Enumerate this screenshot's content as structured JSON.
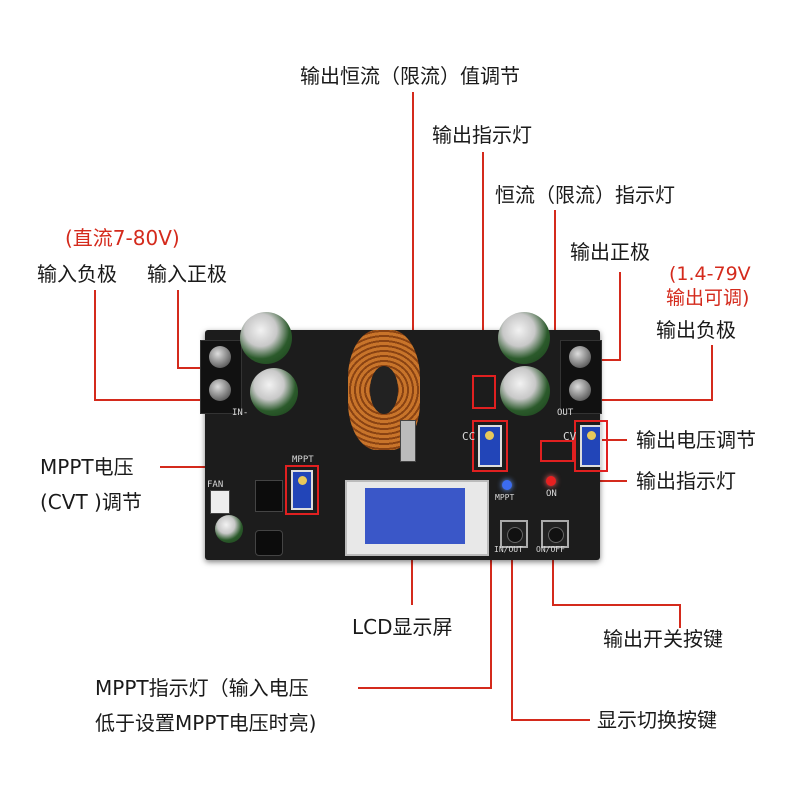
{
  "labels": {
    "current_limit_adjust": "输出恒流（限流）值调节",
    "output_indicator_top": "输出指示灯",
    "cc_indicator": "恒流（限流）指示灯",
    "output_positive": "输出正极",
    "output_range": "(1.4-79V",
    "output_adjustable": "输出可调)",
    "output_negative": "输出负极",
    "input_range": "(直流7-80V)",
    "input_negative": "输入负极",
    "input_positive": "输入正极",
    "mppt_voltage": "MPPT电压",
    "cvt_adjust": "(CVT )调节",
    "output_voltage_adjust": "输出电压调节",
    "output_indicator_right": "输出指示灯",
    "lcd_screen": "LCD显示屏",
    "output_switch_key": "输出开关按键",
    "mppt_indicator_line1": "MPPT指示灯（输入电压",
    "mppt_indicator_line2": "低于设置MPPT电压时亮)",
    "display_switch_key": "显示切换按键"
  },
  "board_silk": {
    "in_minus": "IN-",
    "out": "OUT",
    "cc": "CC",
    "cv": "CV",
    "mppt": "MPPT",
    "fan": "FAN",
    "on": "ON",
    "in_out_btn": "IN/OUT",
    "on_off_btn": "ON/OFF"
  },
  "colors": {
    "annotation_red": "#d42a1c",
    "pcb": "#1c1c1c",
    "potentiometer": "#2245b8"
  }
}
